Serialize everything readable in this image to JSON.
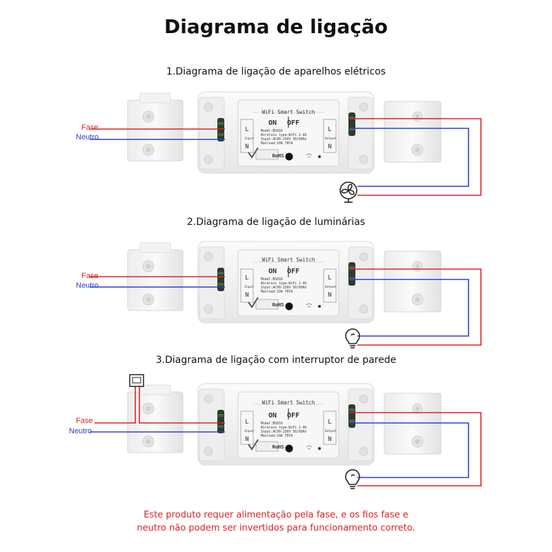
{
  "title": "Diagrama de ligação",
  "sections": [
    {
      "title": "1.Diagrama de ligação de aparelhos elétricos",
      "load_icon": "fan-icon"
    },
    {
      "title": "2.Diagrama de ligação de luminárias",
      "load_icon": "bulb-icon"
    },
    {
      "title": "3.Diagrama de ligação com interruptor de parede",
      "load_icon": "bulb-icon"
    }
  ],
  "wire_labels": {
    "fase": "Fase",
    "neutro": "Neutro"
  },
  "device": {
    "name": "WiFi Smart Switch",
    "on": "ON",
    "off": "OFF",
    "l": "L",
    "n": "N",
    "input": "Input",
    "output": "Output",
    "spec_lines": [
      "Model:BS016",
      "Wireless type:WiFi 2.4G",
      "Input:AC90-250V 50/60Hz",
      "Maxload:10A 70YA"
    ],
    "rohs": "RoHS"
  },
  "footer": [
    "Este produto requer alimentação pela fase, e os fios fase e",
    "neutro não podem ser invertidos para funcionamento correto."
  ],
  "colors": {
    "fase": "#e02020",
    "neutro": "#2b3fd1",
    "device": "#f2f2f2"
  }
}
